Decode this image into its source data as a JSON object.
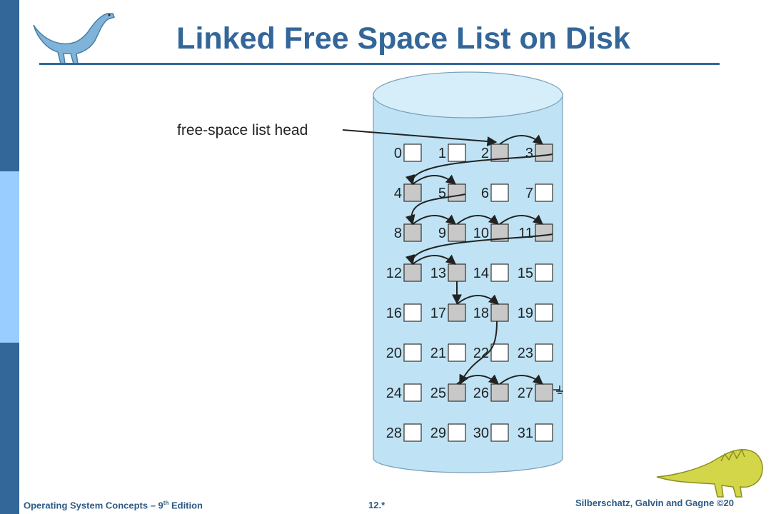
{
  "slide": {
    "title": "Linked Free Space List on Disk",
    "head_label": "free-space list head"
  },
  "footer": {
    "left_prefix": "Operating System Concepts  – 9",
    "left_sup": "th",
    "left_suffix": " Edition",
    "center": "12.*",
    "right": "Silberschatz, Galvin and Gagne ©20"
  },
  "blocks": {
    "labels": [
      "0",
      "1",
      "2",
      "3",
      "4",
      "5",
      "6",
      "7",
      "8",
      "9",
      "10",
      "11",
      "12",
      "13",
      "14",
      "15",
      "16",
      "17",
      "18",
      "19",
      "20",
      "21",
      "22",
      "23",
      "24",
      "25",
      "26",
      "27",
      "28",
      "29",
      "30",
      "31"
    ],
    "free": [
      2,
      3,
      4,
      5,
      8,
      9,
      10,
      11,
      12,
      13,
      17,
      18,
      25,
      26,
      27
    ],
    "chain": [
      2,
      3,
      4,
      5,
      8,
      9,
      10,
      11,
      12,
      13,
      17,
      18,
      25,
      26,
      27
    ]
  },
  "colors": {
    "accent": "#336699",
    "sidebar_light": "#99ccff",
    "cylinder_fill": "#bfe3f5",
    "cylinder_top": "#d6eefa",
    "free_block": "#c8c8c8"
  },
  "icons": {
    "top_left": "dinosaur-icon",
    "bottom_right": "dinosaur-icon"
  }
}
